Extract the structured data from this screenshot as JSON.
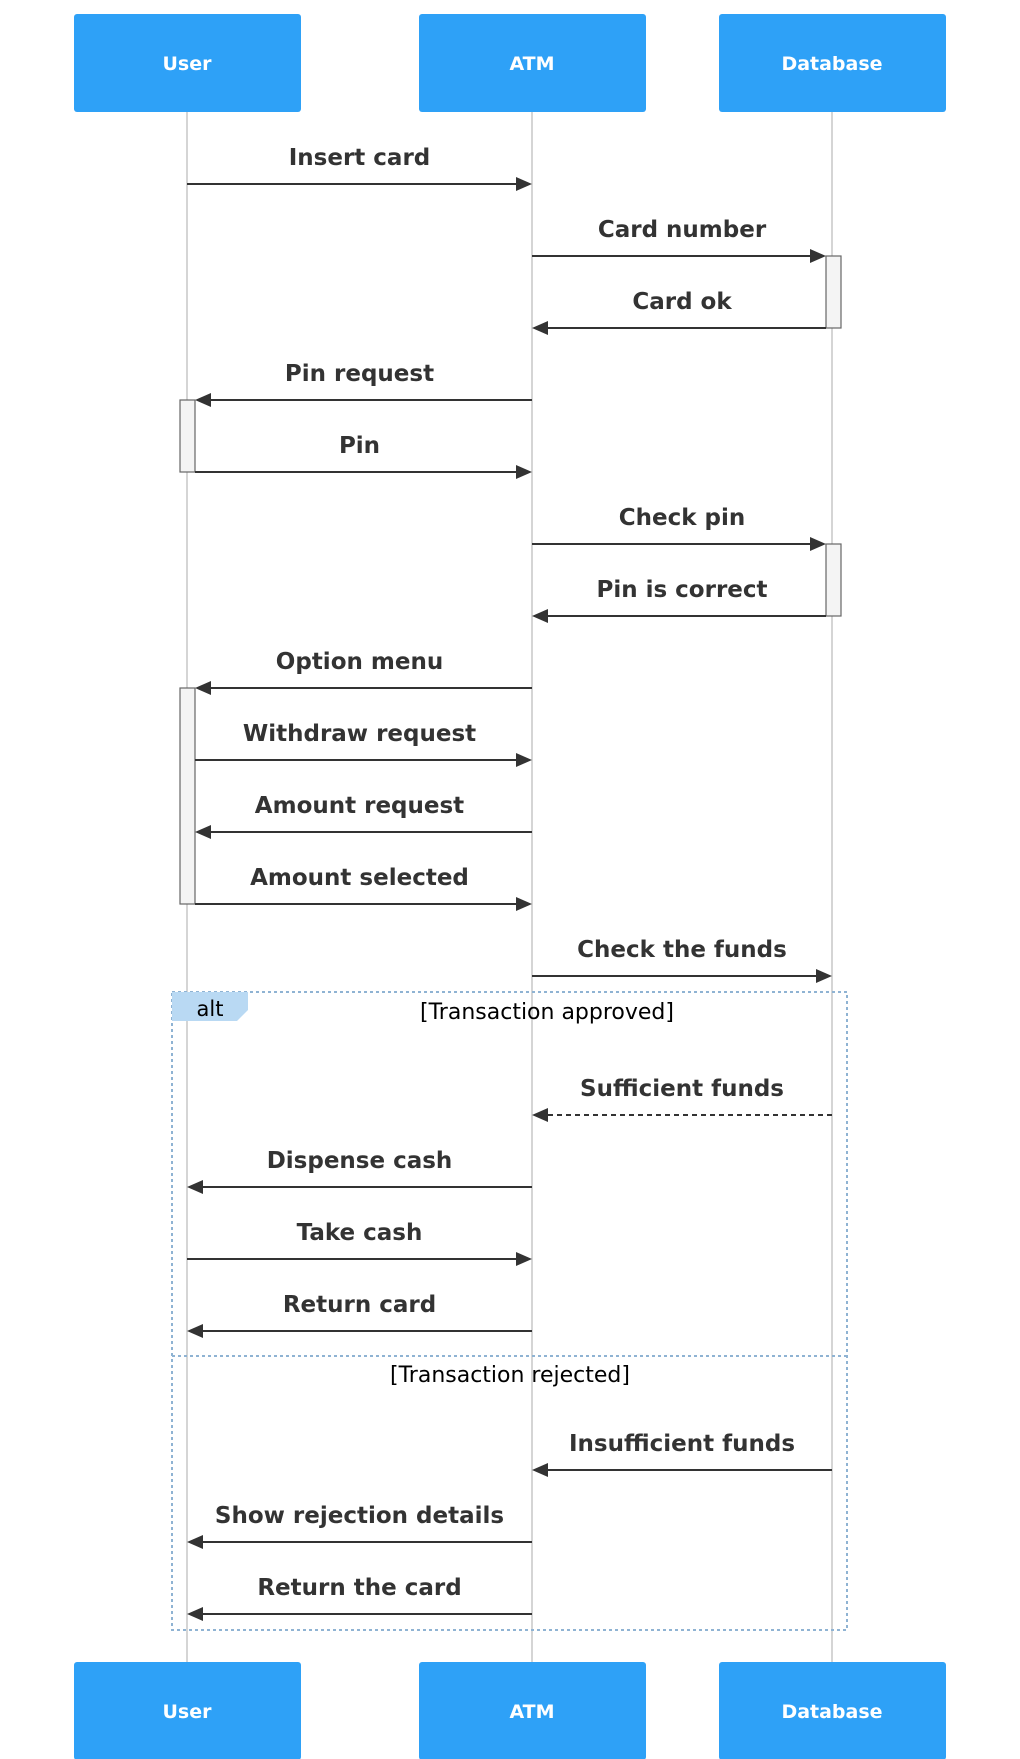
{
  "diagram": {
    "type": "sequence",
    "participants": [
      "User",
      "ATM",
      "Database"
    ],
    "messages": [
      {
        "label": "Insert card",
        "from": "User",
        "to": "ATM",
        "style": "solid"
      },
      {
        "label": "Card number",
        "from": "ATM",
        "to": "Database",
        "style": "solid"
      },
      {
        "label": "Card ok",
        "from": "Database",
        "to": "ATM",
        "style": "solid"
      },
      {
        "label": "Pin request",
        "from": "ATM",
        "to": "User",
        "style": "solid"
      },
      {
        "label": "Pin",
        "from": "User",
        "to": "ATM",
        "style": "solid"
      },
      {
        "label": "Check pin",
        "from": "ATM",
        "to": "Database",
        "style": "solid"
      },
      {
        "label": "Pin is correct",
        "from": "Database",
        "to": "ATM",
        "style": "solid"
      },
      {
        "label": "Option menu",
        "from": "ATM",
        "to": "User",
        "style": "solid"
      },
      {
        "label": "Withdraw request",
        "from": "User",
        "to": "ATM",
        "style": "solid"
      },
      {
        "label": "Amount request",
        "from": "ATM",
        "to": "User",
        "style": "solid"
      },
      {
        "label": "Amount selected",
        "from": "User",
        "to": "ATM",
        "style": "solid"
      },
      {
        "label": "Check the funds",
        "from": "ATM",
        "to": "Database",
        "style": "solid"
      },
      {
        "label": "Sufficient funds",
        "from": "Database",
        "to": "ATM",
        "style": "dashed"
      },
      {
        "label": "Dispense cash",
        "from": "ATM",
        "to": "User",
        "style": "solid"
      },
      {
        "label": "Take cash",
        "from": "User",
        "to": "ATM",
        "style": "solid"
      },
      {
        "label": "Return card",
        "from": "ATM",
        "to": "User",
        "style": "solid"
      },
      {
        "label": "Insufficient funds",
        "from": "Database",
        "to": "ATM",
        "style": "solid"
      },
      {
        "label": "Show rejection details",
        "from": "ATM",
        "to": "User",
        "style": "solid"
      },
      {
        "label": "Return the card",
        "from": "ATM",
        "to": "User",
        "style": "solid"
      }
    ],
    "alt": {
      "tab_label": "alt",
      "sections": [
        {
          "condition": "[Transaction approved]"
        },
        {
          "condition": "[Transaction rejected]"
        }
      ]
    },
    "colors": {
      "participant_fill": "#2ea1f7",
      "participant_text": "#ffffff",
      "message": "#333333",
      "alt_frame": "#8fb3d3",
      "alt_tab": "#b9d9f3"
    }
  }
}
